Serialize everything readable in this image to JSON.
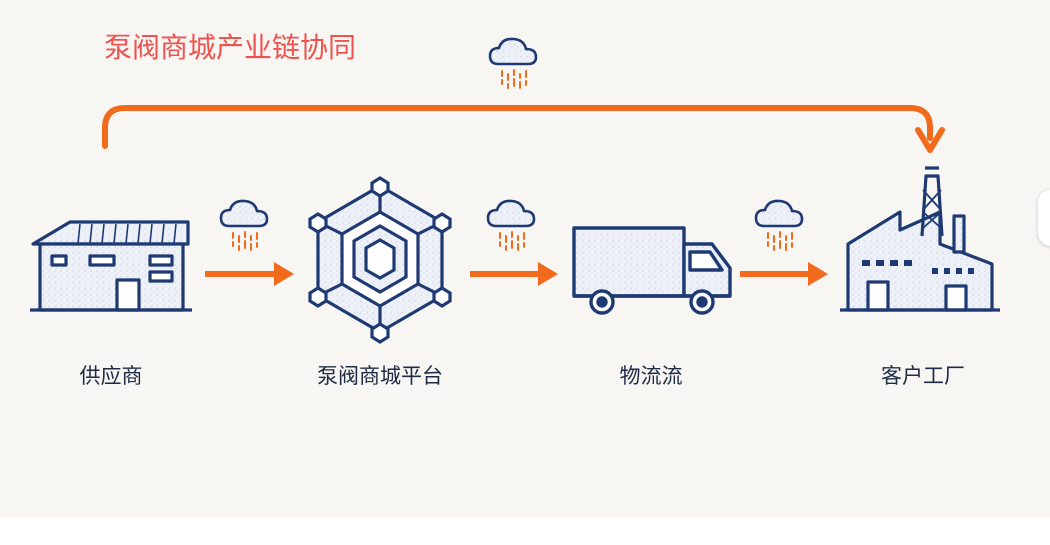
{
  "title": "泵阀商城产业链协同",
  "nodes": [
    {
      "id": "supplier",
      "label": "供应商",
      "icon": "warehouse-icon"
    },
    {
      "id": "platform",
      "label": "泵阀商城平台",
      "icon": "network-hexagon-icon"
    },
    {
      "id": "logistics",
      "label": "物流流",
      "icon": "truck-icon"
    },
    {
      "id": "factory",
      "label": "客户工厂",
      "icon": "factory-icon"
    }
  ],
  "edges": [
    {
      "from": "supplier",
      "to": "platform",
      "icon": "cloud-data-icon"
    },
    {
      "from": "platform",
      "to": "logistics",
      "icon": "cloud-data-icon"
    },
    {
      "from": "logistics",
      "to": "factory",
      "icon": "cloud-data-icon"
    },
    {
      "from": "supplier",
      "to": "factory",
      "icon": "cloud-data-icon",
      "route": "over-top"
    }
  ],
  "colors": {
    "title": "#ef5350",
    "icon_stroke": "#1f3a73",
    "arrow": "#f26a1b",
    "label": "#1f2b45"
  }
}
